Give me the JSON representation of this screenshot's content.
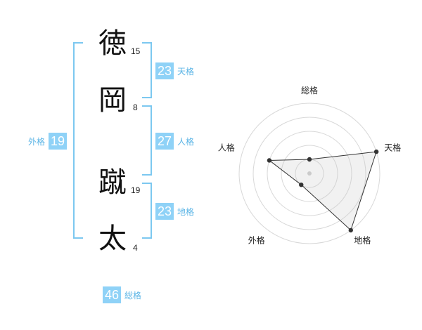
{
  "name": {
    "chars": [
      {
        "char": "徳",
        "strokes": "15"
      },
      {
        "char": "岡",
        "strokes": "8"
      },
      {
        "char": "蹴",
        "strokes": "19"
      },
      {
        "char": "太",
        "strokes": "4"
      }
    ]
  },
  "fortunes": {
    "tenkaku": {
      "value": "23",
      "label": "天格"
    },
    "jinkaku": {
      "value": "27",
      "label": "人格"
    },
    "chikaku": {
      "value": "23",
      "label": "地格"
    },
    "gaikaku": {
      "value": "19",
      "label": "外格"
    },
    "soukaku": {
      "value": "46",
      "label": "総格"
    }
  },
  "colors": {
    "accent": "#8fd2f7",
    "accent_text": "#5cb5e6",
    "bracket": "#7cc8f0"
  },
  "chart_data": {
    "type": "radar",
    "axes": [
      "総格",
      "天格",
      "地格",
      "外格",
      "人格"
    ],
    "values": [
      1,
      5,
      5,
      1,
      3
    ],
    "max": 5,
    "rings": 5,
    "grid": true
  }
}
